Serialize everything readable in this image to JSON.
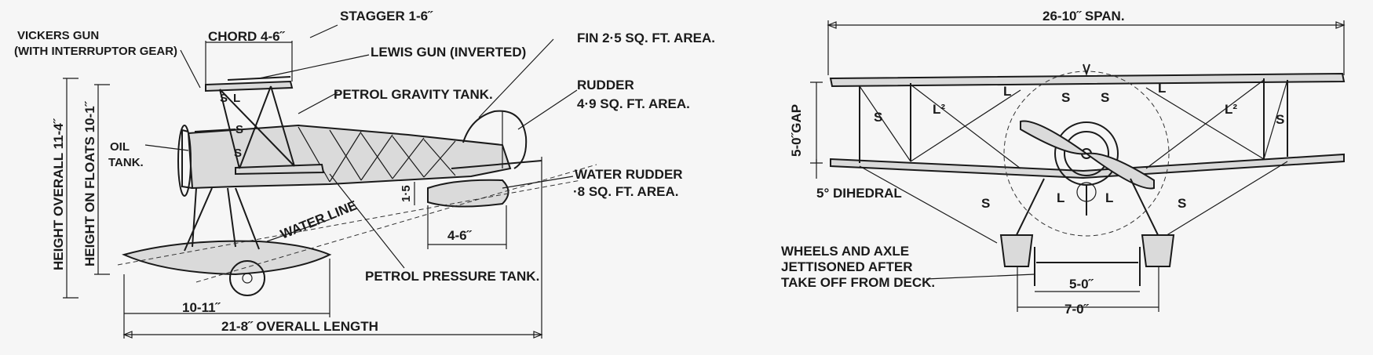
{
  "side_view": {
    "stagger": "STAGGER 1-6˝",
    "chord": "CHORD 4-6˝",
    "vickers_gun_l1": "VICKERS GUN",
    "vickers_gun_l2": "(WITH INTERRUPTOR GEAR)",
    "lewis_gun": "LEWIS GUN (INVERTED)",
    "petrol_gravity_tank": "PETROL GRAVITY TANK.",
    "oil_tank_l1": "OIL",
    "oil_tank_l2": "TANK.",
    "fin": "FIN 2·5 SQ. FT. AREA.",
    "rudder_l1": "RUDDER",
    "rudder_l2": "4·9 SQ. FT. AREA.",
    "water_rudder_l1": "WATER RUDDER",
    "water_rudder_l2": "·8 SQ. FT. AREA.",
    "height_overall": "HEIGHT OVERALL 11-4˝",
    "height_on_floats": "HEIGHT ON FLOATS 10-1˝",
    "water_line": "WATER LINE",
    "dim_15": "1·5",
    "dim_4_6": "4-6˝",
    "petrol_pressure_tank": "PETROL PRESSURE TANK.",
    "dim_10_11": "10-11˝",
    "overall_length": "21-8˝ OVERALL LENGTH",
    "strut_marks": [
      "S",
      "L",
      "S",
      "S"
    ]
  },
  "front_view": {
    "span": "26-10˝ SPAN.",
    "gap": "5-0˝GAP",
    "dihedral": "5° DIHEDRAL",
    "wheels_l1": "WHEELS AND AXLE",
    "wheels_l2": "JETTISONED AFTER",
    "wheels_l3": "TAKE OFF FROM DECK.",
    "dim_5_0": "5-0˝",
    "dim_7_0": "7-0˝",
    "marks": {
      "s_left": "S",
      "s_right": "S",
      "l2_left": "L²",
      "l2_right": "L²",
      "l_left": "L",
      "l_right": "L",
      "s_top_left": "S",
      "s_top_right": "S",
      "s_low_left": "S",
      "s_low_right": "S",
      "l_low_left": "L",
      "l_low_right": "L"
    }
  }
}
